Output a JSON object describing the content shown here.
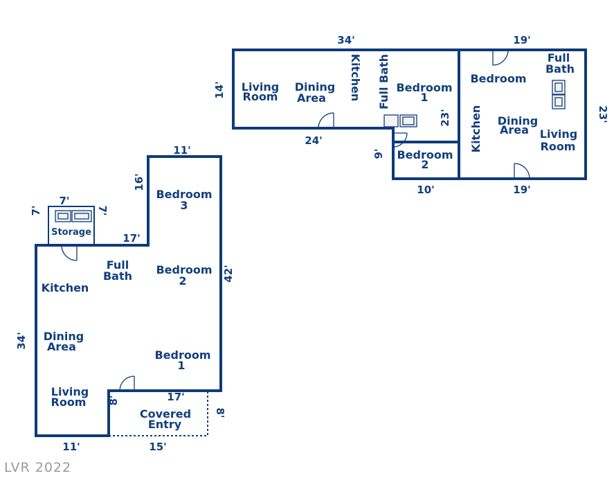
{
  "watermark": "LVR 2022",
  "unit_a": {
    "rooms": {
      "living_room": [
        "Living",
        "Room"
      ],
      "dining_area": [
        "Dining",
        "Area"
      ],
      "kitchen": "Kitchen",
      "full_bath": "Full Bath",
      "bedroom_1": [
        "Bedroom",
        "1"
      ],
      "bedroom_2": [
        "Bedroom",
        "2"
      ]
    },
    "dims": {
      "top": "34'",
      "left": "14'",
      "bottom": "24'",
      "right": "23'",
      "bed2_left": "9'",
      "bed2_bottom": "10'"
    }
  },
  "unit_b": {
    "rooms": {
      "bedroom": "Bedroom",
      "full_bath": [
        "Full",
        "Bath"
      ],
      "kitchen": "Kitchen",
      "dining_area": [
        "Dining",
        "Area"
      ],
      "living_room": [
        "Living",
        "Room"
      ]
    },
    "dims": {
      "top": "19'",
      "right": "23'",
      "bottom": "19'"
    }
  },
  "unit_c": {
    "rooms": {
      "storage": "Storage",
      "kitchen": "Kitchen",
      "full_bath": [
        "Full",
        "Bath"
      ],
      "dining_area": [
        "Dining",
        "Area"
      ],
      "living_room": [
        "Living",
        "Room"
      ],
      "bedroom_3": [
        "Bedroom",
        "3"
      ],
      "bedroom_2": [
        "Bedroom",
        "2"
      ],
      "bedroom_1": [
        "Bedroom",
        "1"
      ],
      "covered_entry": [
        "Covered",
        "Entry"
      ]
    },
    "dims": {
      "storage_top": "7'",
      "storage_left": "7'",
      "storage_right": "7'",
      "wing_top": "11'",
      "wing_left": "16'",
      "step": "17'",
      "right": "42'",
      "left": "34'",
      "bottom_left": "11'",
      "entry_top": "17'",
      "entry_left": "8'",
      "entry_right": "8'",
      "entry_bottom": "15'"
    }
  }
}
